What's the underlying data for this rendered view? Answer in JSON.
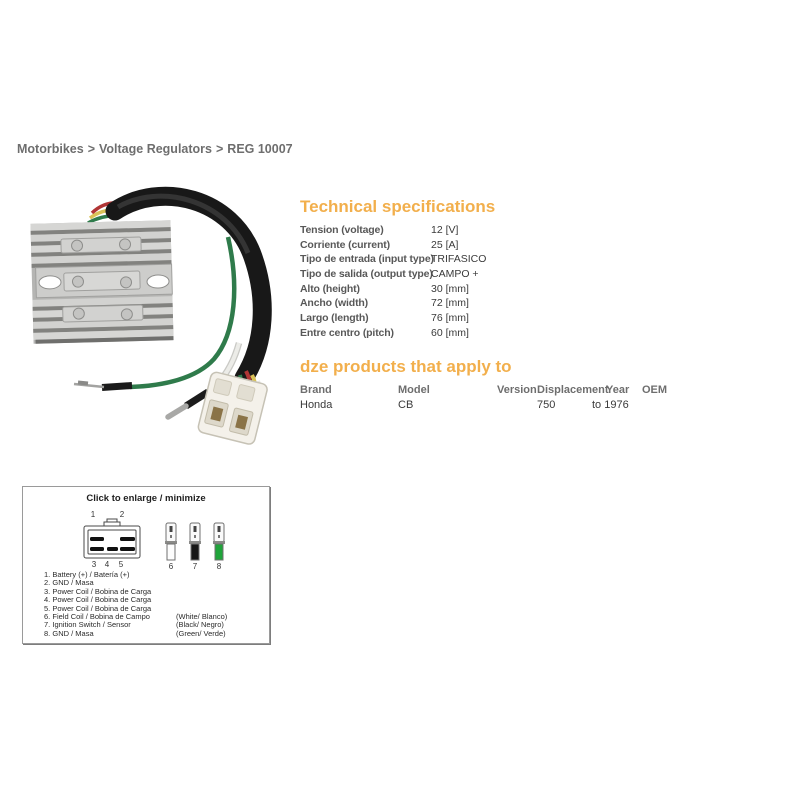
{
  "breadcrumb": {
    "items": [
      "Motorbikes",
      "Voltage Regulators",
      "REG 10007"
    ],
    "separator": ">"
  },
  "theme": {
    "accent_color": "#F2AF4C",
    "header_gray": "#6E6E6E",
    "body_text": "#3A3A3A"
  },
  "specs": {
    "title": "Technical specifications",
    "rows": [
      {
        "label": "Tension (voltage)",
        "value": "12 [V]"
      },
      {
        "label": "Corriente (current)",
        "value": "25 [A]"
      },
      {
        "label": "Tipo de entrada (input type)",
        "value": "TRIFASICO"
      },
      {
        "label": "Tipo de salida (output type)",
        "value": "CAMPO +"
      },
      {
        "label": "Alto (height)",
        "value": "30 [mm]"
      },
      {
        "label": "Ancho (width)",
        "value": "72 [mm]"
      },
      {
        "label": "Largo (length)",
        "value": "76 [mm]"
      },
      {
        "label": "Entre centro (pitch)",
        "value": "60 [mm]"
      }
    ]
  },
  "products": {
    "title": "dze products that apply to",
    "headers": [
      "Brand",
      "Model",
      "Version",
      "Displacement",
      "Year",
      "OEM"
    ],
    "row": {
      "brand": "Honda",
      "model": "CB",
      "version": "",
      "displacement": "750",
      "year": "to 1976",
      "oem": ""
    }
  },
  "diagram": {
    "title": "Click to enlarge / minimize",
    "connector_pins_top": [
      "1",
      "2"
    ],
    "connector_pins_bottom": [
      "3",
      "4",
      "5"
    ],
    "single_pins": [
      {
        "number": "6",
        "color_name": "white",
        "color": "#fdfdfd"
      },
      {
        "number": "7",
        "color_name": "black",
        "color": "#161616"
      },
      {
        "number": "8",
        "color_name": "green",
        "color": "#1fa43a"
      }
    ],
    "legend": [
      {
        "num": "1.",
        "text": "Battery (+) / Batería (+)",
        "note": ""
      },
      {
        "num": "2.",
        "text": "GND / Masa",
        "note": ""
      },
      {
        "num": "3.",
        "text": "Power Coil / Bobina de Carga",
        "note": ""
      },
      {
        "num": "4.",
        "text": "Power Coil / Bobina de Carga",
        "note": ""
      },
      {
        "num": "5.",
        "text": "Power Coil / Bobina de Carga",
        "note": ""
      },
      {
        "num": "6.",
        "text": "Field Coil / Bobina de Campo",
        "note": "(White/ Blanco)"
      },
      {
        "num": "7.",
        "text": "Ignition Switch / Sensor",
        "note": "(Black/ Negro)"
      },
      {
        "num": "8.",
        "text": "GND / Masa",
        "note": "(Green/ Verde)"
      }
    ]
  }
}
